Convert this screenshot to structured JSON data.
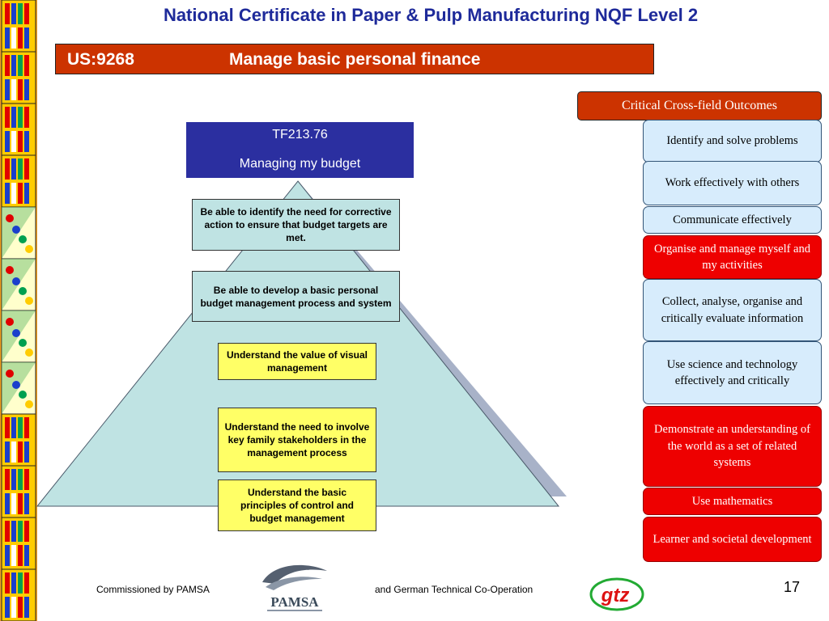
{
  "slide": {
    "title": "National Certificate in Paper & Pulp Manufacturing NQF Level 2",
    "unit_code": "US:9268",
    "unit_name": "Manage basic personal finance",
    "page_number": "17"
  },
  "topic": {
    "code": "TF213.76",
    "title": "Managing my budget"
  },
  "outcomes": [
    "Be able to identify the need for corrective action to ensure that budget targets are met.",
    "Be able to develop a basic personal budget management process and system",
    "Understand the value of visual management",
    "Understand the need to involve key family stakeholders in the management process",
    "Understand the basic principles of control and budget management"
  ],
  "ccfo": {
    "heading": "Critical Cross-field Outcomes",
    "items": [
      {
        "label": "Identify and solve problems",
        "highlight": false
      },
      {
        "label": "Work effectively with others",
        "highlight": false
      },
      {
        "label": "Communicate effectively",
        "highlight": false
      },
      {
        "label": "Organise and manage myself and my activities",
        "highlight": true
      },
      {
        "label": "Collect, analyse, organise and critically evaluate information",
        "highlight": false
      },
      {
        "label": "Use science and technology effectively and critically",
        "highlight": false
      },
      {
        "label": "Demonstrate an understanding of the world as a set of related systems",
        "highlight": true
      },
      {
        "label": "Use mathematics",
        "highlight": true
      },
      {
        "label": "Learner and societal development",
        "highlight": true
      }
    ]
  },
  "footer": {
    "commissioned": "Commissioned by PAMSA",
    "partner": "and German Technical Co-Operation",
    "pamsa_logo_text": "PAMSA",
    "gtz_logo_text": "gtz"
  },
  "colors": {
    "title": "#1e2a9a",
    "unit_bar": "#cc3300",
    "topic_box": "#2b2fa0",
    "pyramid": "#bfe3e3",
    "highlight": "#ee0000",
    "ccfo_box": "#d7ecfc"
  }
}
